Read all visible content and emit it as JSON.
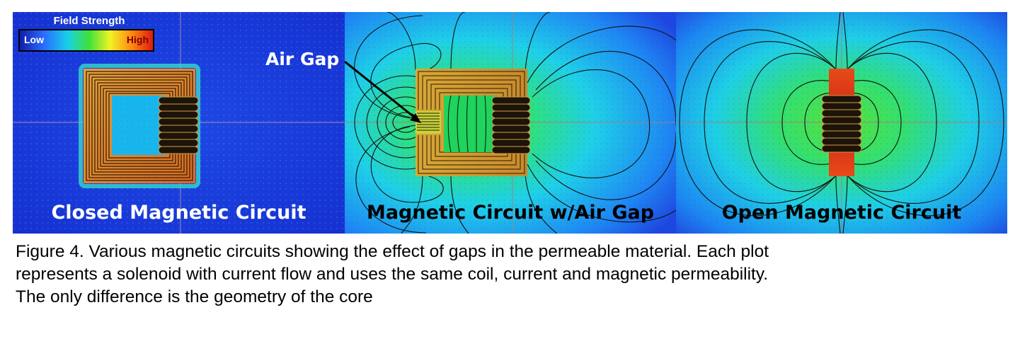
{
  "legend": {
    "title": "Field Strength",
    "low": "Low",
    "high": "High"
  },
  "annotation": {
    "air_gap": "Air Gap"
  },
  "panels": {
    "closed": "Closed Magnetic Circuit",
    "gap": "Magnetic Circuit w/Air Gap",
    "open": "Open Magnetic Circuit"
  },
  "caption": {
    "line1": "Figure 4. Various magnetic circuits showing the effect of gaps in the permeable material. Each plot",
    "line2": "represents a solenoid with current flow and uses the same coil, current and magnetic permeability.",
    "line3": "The only difference is the geometry of the core"
  },
  "colors": {
    "low": "#0f1faa",
    "high": "#dd1a10",
    "mid": "#3fe23a"
  }
}
